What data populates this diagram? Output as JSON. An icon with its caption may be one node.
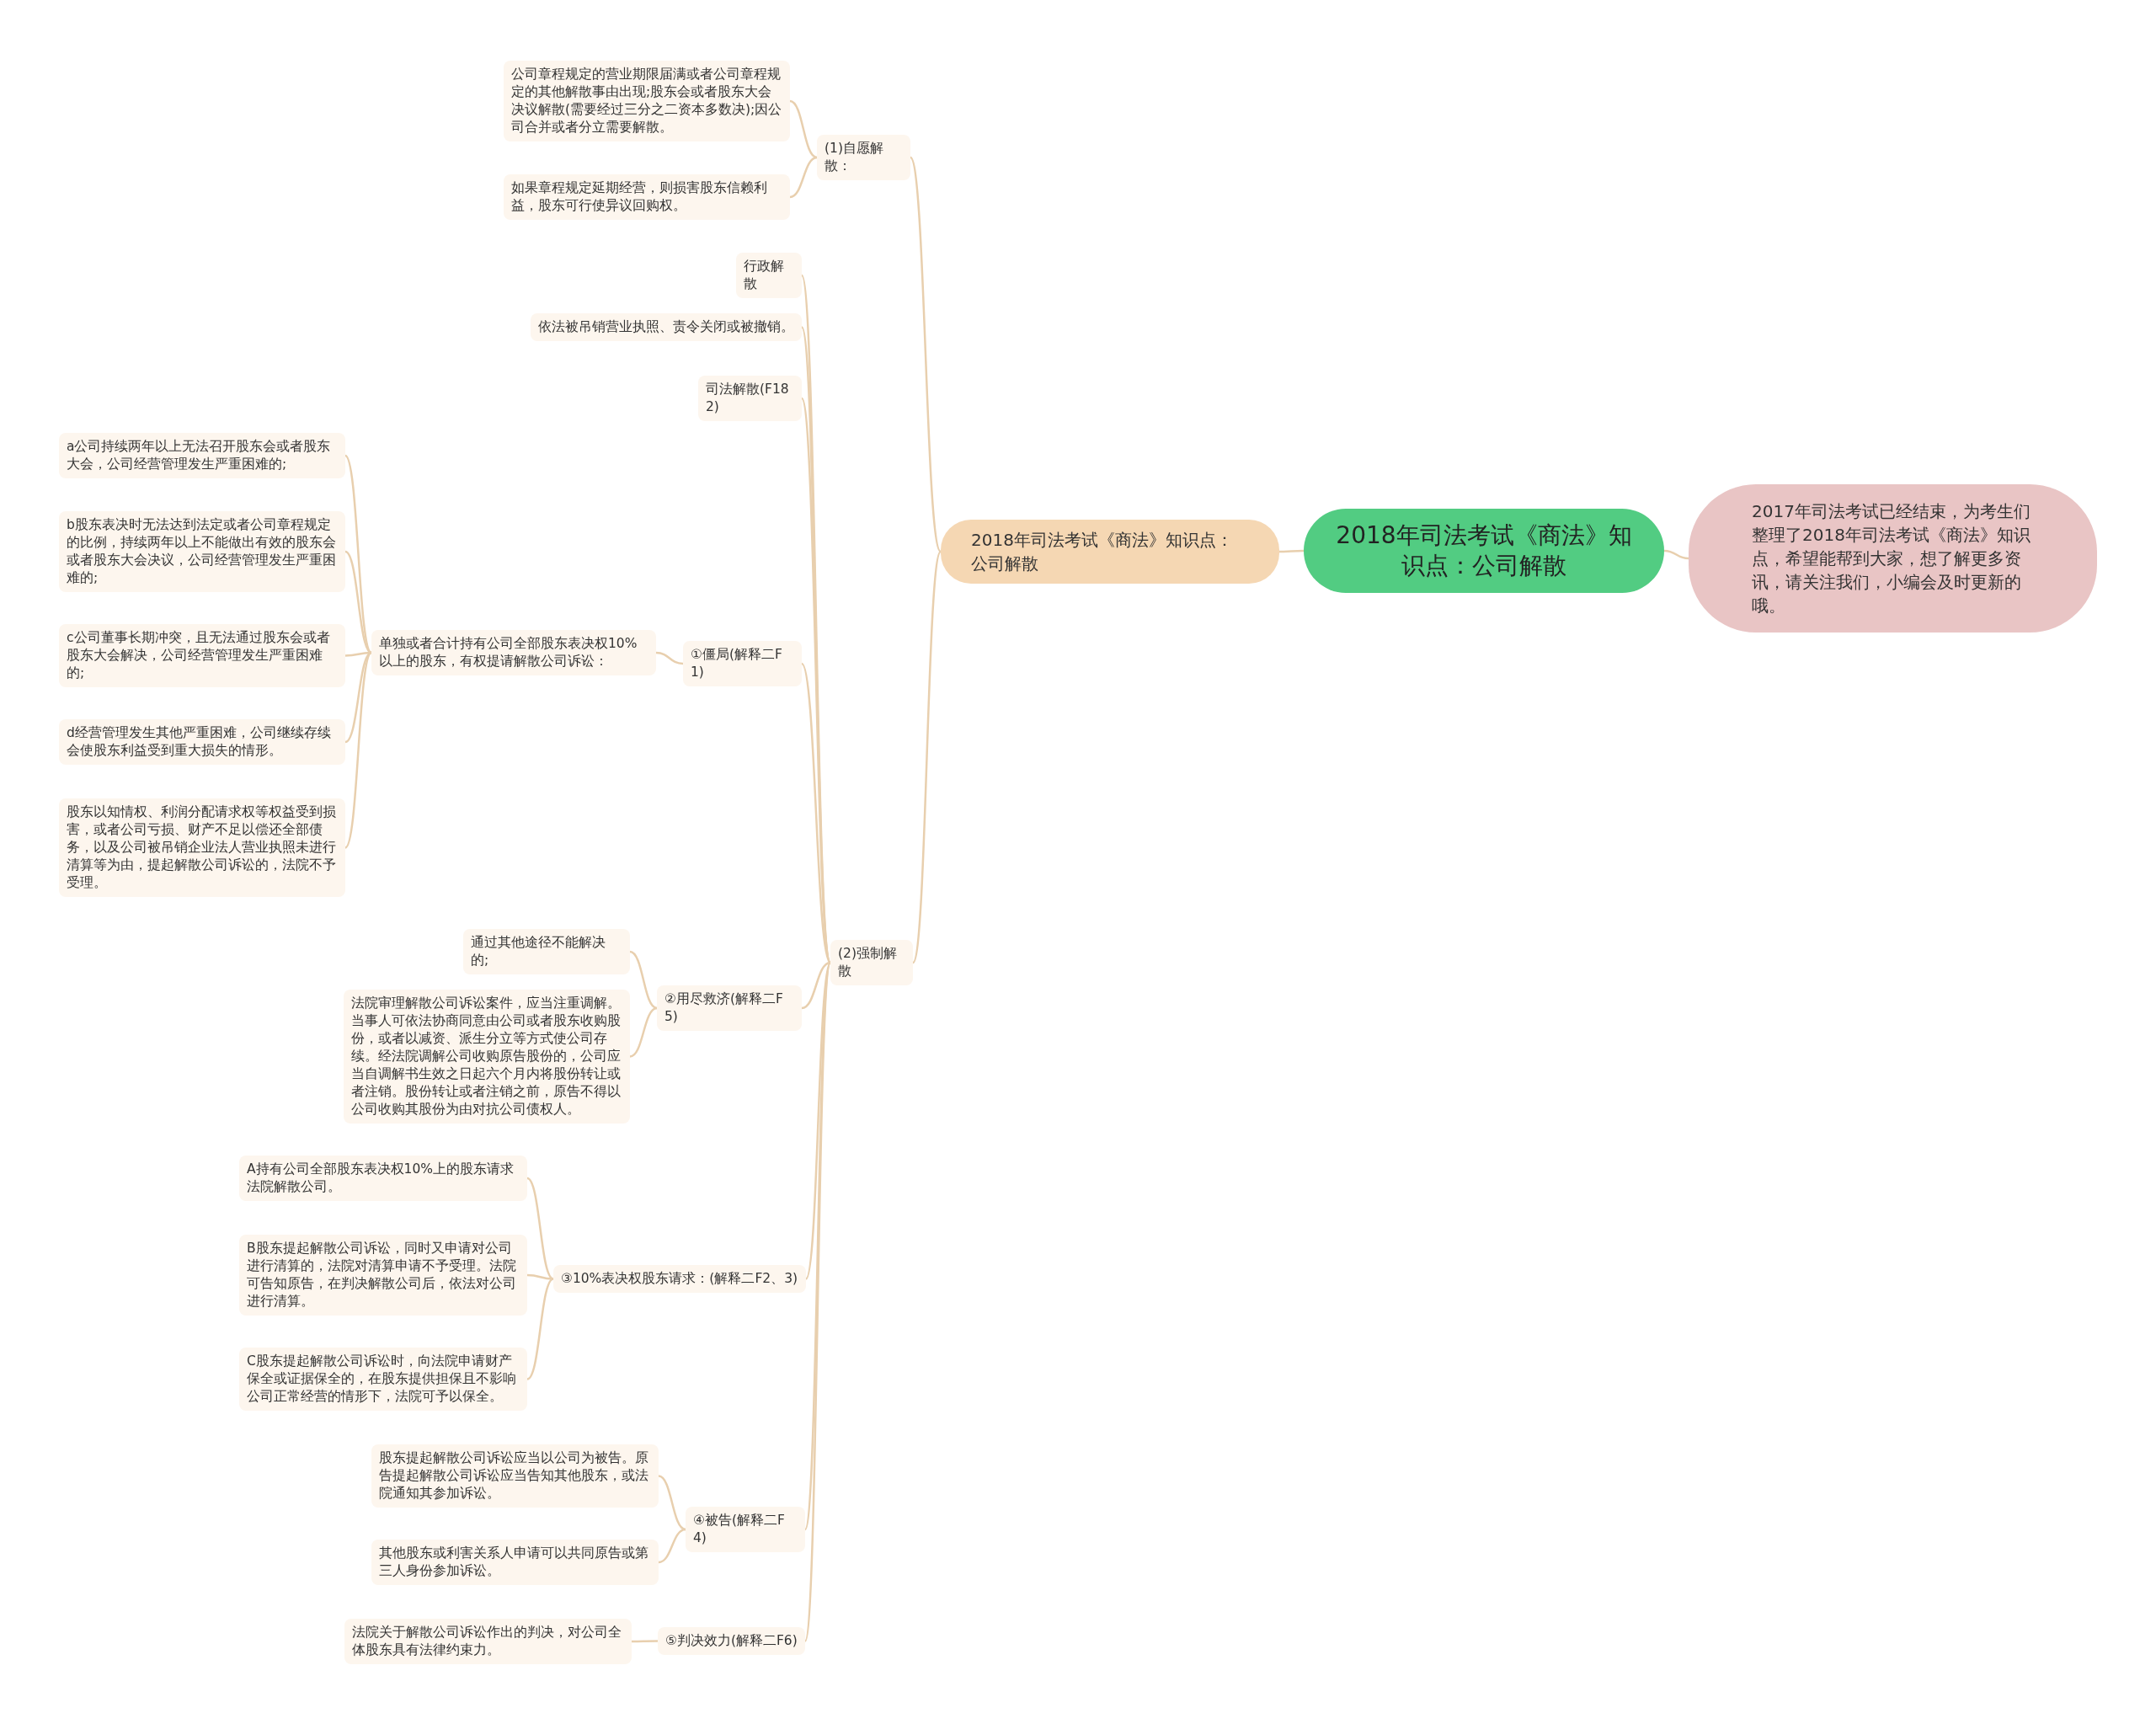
{
  "diagram": {
    "nodes": [
      {
        "text": [
          "2018年司法考试《商法》知识点：公司解散"
        ]
      },
      {
        "text": [
          "2017年司法考试已经结束，为考生们整理了2018年司法考试《商法》知识点，希望能帮到大家，想了解更多资讯，请关注我们，小编会及时更新的哦。"
        ]
      },
      {
        "text": [
          "2018年司法考试《商法》知识点：公司解散"
        ]
      },
      {
        "text": [
          "(1)自愿解散："
        ]
      },
      {
        "text": [
          "公司章程规定的营业期限届满或者公司章程规定的其他解散事由出现;股东会或者股东大会决议解散(需要经过三分之二资本多数决);因公司合并或者分立需要解散。"
        ]
      },
      {
        "text": [
          "如果章程规定延期经营，则损害股东信赖利益，股东可行使异议回购权。"
        ]
      },
      {
        "text": [
          "(2)强制解散"
        ]
      },
      {
        "text": [
          "行政解散"
        ]
      },
      {
        "text": [
          "依法被吊销营业执照、责令关闭或被撤销。"
        ]
      },
      {
        "text": [
          "司法解散(F182)"
        ]
      },
      {
        "text": [
          "①僵局(解释二F1)"
        ]
      },
      {
        "text": [
          "单独或者合计持有公司全部股东表决权10%以上的股东，有权提请解散公司诉讼："
        ]
      },
      {
        "text": [
          "a公司持续两年以上无法召开股东会或者股东大会，公司经营管理发生严重困难的;"
        ]
      },
      {
        "text": [
          "b股东表决时无法达到法定或者公司章程规定的比例，持续两年以上不能做出有效的股东会或者股东大会决议，公司经营管理发生严重困难的;"
        ]
      },
      {
        "text": [
          "c公司董事长期冲突，且无法通过股东会或者股东大会解决，公司经营管理发生严重困难的;"
        ]
      },
      {
        "text": [
          "d经营管理发生其他严重困难，公司继续存续会使股东利益受到重大损失的情形。"
        ]
      },
      {
        "text": [
          "股东以知情权、利润分配请求权等权益受到损害，或者公司亏损、财产不足以偿还全部债务，以及公司被吊销企业法人营业执照未进行清算等为由，提起解散公司诉讼的，法院不予受理。"
        ]
      },
      {
        "text": [
          "②用尽救济(解释二F5)"
        ]
      },
      {
        "text": [
          "通过其他途径不能解决的;"
        ]
      },
      {
        "text": [
          "法院审理解散公司诉讼案件，应当注重调解。当事人可依法协商同意由公司或者股东收购股份，或者以减资、派生分立等方式使公司存续。经法院调解公司收购原告股份的，公司应当自调解书生效之日起六个月内将股份转让或者注销。股份转让或者注销之前，原告不得以公司收购其股份为由对抗公司债权人。"
        ]
      },
      {
        "text": [
          "③10%表决权股东请求：(解释二F2、3)"
        ]
      },
      {
        "text": [
          "A持有公司全部股东表决权10%上的股东请求法院解散公司。"
        ]
      },
      {
        "text": [
          "B股东提起解散公司诉讼，同时又申请对公司进行清算的，法院对清算申请不予受理。法院可告知原告，在判决解散公司后，依法对公司进行清算。"
        ]
      },
      {
        "text": [
          "C股东提起解散公司诉讼时，向法院申请财产保全或证据保全的，在股东提供担保且不影响公司正常经营的情形下，法院可予以保全。"
        ]
      },
      {
        "text": [
          "④被告(解释二F4)"
        ]
      },
      {
        "text": [
          "股东提起解散公司诉讼应当以公司为被告。原告提起解散公司诉讼应当告知其他股东，或法院通知其参加诉讼。"
        ]
      },
      {
        "text": [
          "其他股东或利害关系人申请可以共同原告或第三人身份参加诉讼。"
        ]
      },
      {
        "text": [
          "⑤判决效力(解释二F6)"
        ]
      },
      {
        "text": [
          "法院关于解散公司诉讼作出的判决，对公司全体股东具有法律约束力。"
        ]
      }
    ],
    "edges": [
      {
        "from": 0,
        "to": 1,
        "arrow": "none"
      },
      {
        "from": 0,
        "to": 2,
        "arrow": "none"
      },
      {
        "from": 2,
        "to": 3,
        "arrow": "none"
      },
      {
        "from": 2,
        "to": 6,
        "arrow": "none"
      },
      {
        "from": 3,
        "to": 4,
        "arrow": "none"
      },
      {
        "from": 3,
        "to": 5,
        "arrow": "none"
      },
      {
        "from": 6,
        "to": 7,
        "arrow": "none"
      },
      {
        "from": 6,
        "to": 8,
        "arrow": "none"
      },
      {
        "from": 6,
        "to": 9,
        "arrow": "none"
      },
      {
        "from": 6,
        "to": 10,
        "arrow": "none"
      },
      {
        "from": 6,
        "to": 17,
        "arrow": "none"
      },
      {
        "from": 6,
        "to": 20,
        "arrow": "none"
      },
      {
        "from": 6,
        "to": 24,
        "arrow": "none"
      },
      {
        "from": 6,
        "to": 27,
        "arrow": "none"
      },
      {
        "from": 10,
        "to": 11,
        "arrow": "none"
      },
      {
        "from": 11,
        "to": 12,
        "arrow": "none"
      },
      {
        "from": 11,
        "to": 13,
        "arrow": "none"
      },
      {
        "from": 11,
        "to": 14,
        "arrow": "none"
      },
      {
        "from": 11,
        "to": 15,
        "arrow": "none"
      },
      {
        "from": 11,
        "to": 16,
        "arrow": "none"
      },
      {
        "from": 17,
        "to": 18,
        "arrow": "none"
      },
      {
        "from": 17,
        "to": 19,
        "arrow": "none"
      },
      {
        "from": 20,
        "to": 21,
        "arrow": "none"
      },
      {
        "from": 20,
        "to": 22,
        "arrow": "none"
      },
      {
        "from": 20,
        "to": 23,
        "arrow": "none"
      },
      {
        "from": 24,
        "to": 25,
        "arrow": "none"
      },
      {
        "from": 24,
        "to": 26,
        "arrow": "none"
      },
      {
        "from": 27,
        "to": 28,
        "arrow": "none"
      }
    ]
  }
}
